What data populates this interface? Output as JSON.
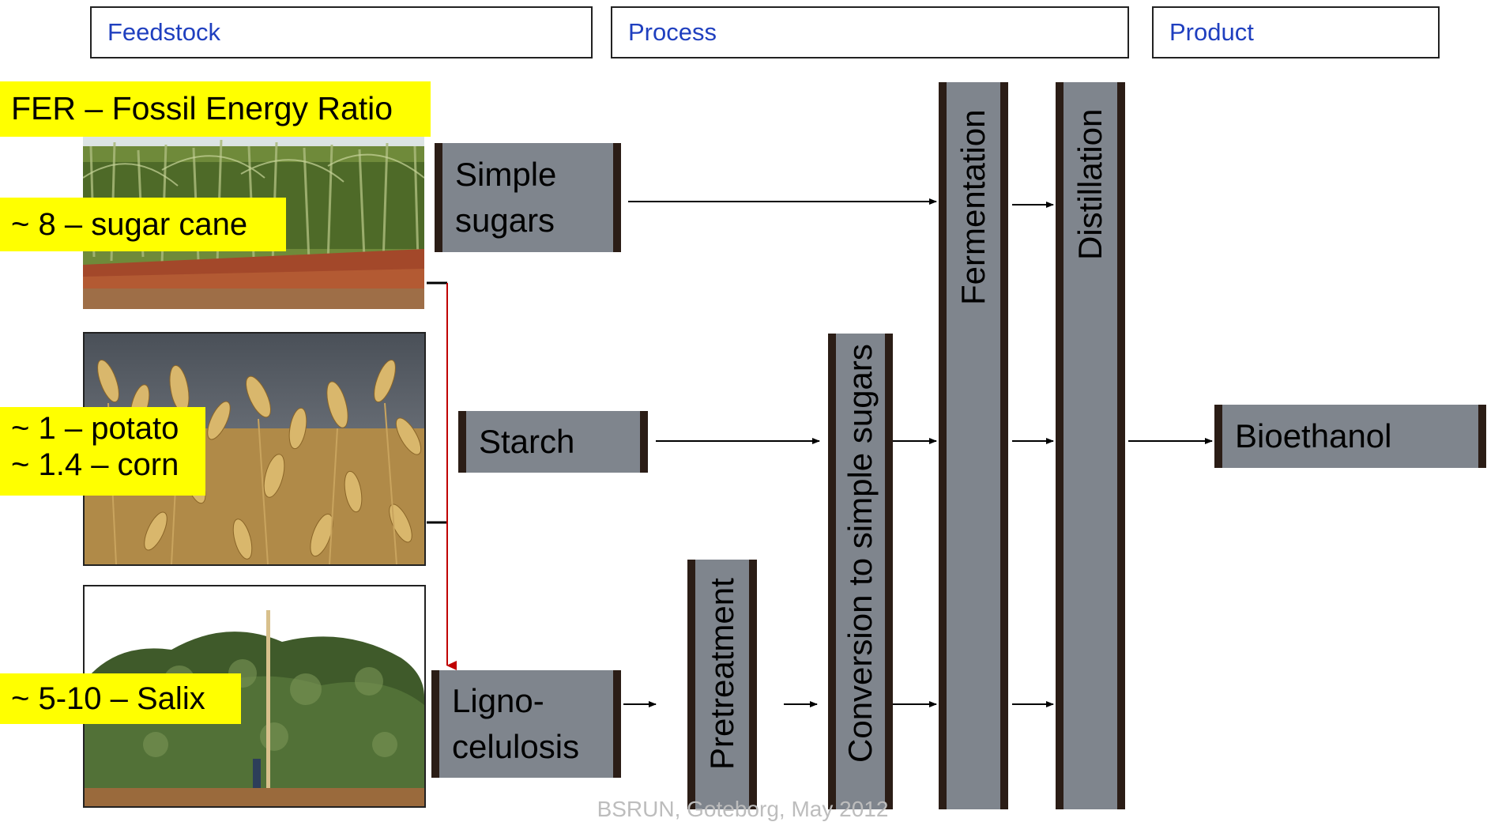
{
  "headers": {
    "feedstock": "Feedstock",
    "process": "Process",
    "product": "Product"
  },
  "fer": {
    "title": "FER – Fossil Energy Ratio",
    "sugarcane": "~ 8 – sugar cane",
    "potato": "~ 1 – potato",
    "corn": "~ 1.4 – corn",
    "salix": "~ 5-10 – Salix"
  },
  "boxes": {
    "simple_sugars_1": "Simple",
    "simple_sugars_2": "sugars",
    "starch": "Starch",
    "ligno_1": "Ligno-",
    "ligno_2": "celulosis",
    "pretreatment": "Pretreatment",
    "conversion": "Conversion to simple sugars",
    "fermentation": "Fermentation",
    "distillation": "Distillation",
    "bioethanol": "Bioethanol"
  },
  "footer": "BSRUN, Goteborg, May 2012",
  "colors": {
    "header_text": "#1f3fbf",
    "label_bg": "#ffff00",
    "box_fill": "#7f858d",
    "box_edge": "#2b1d16",
    "red_connector": "#c00000"
  }
}
